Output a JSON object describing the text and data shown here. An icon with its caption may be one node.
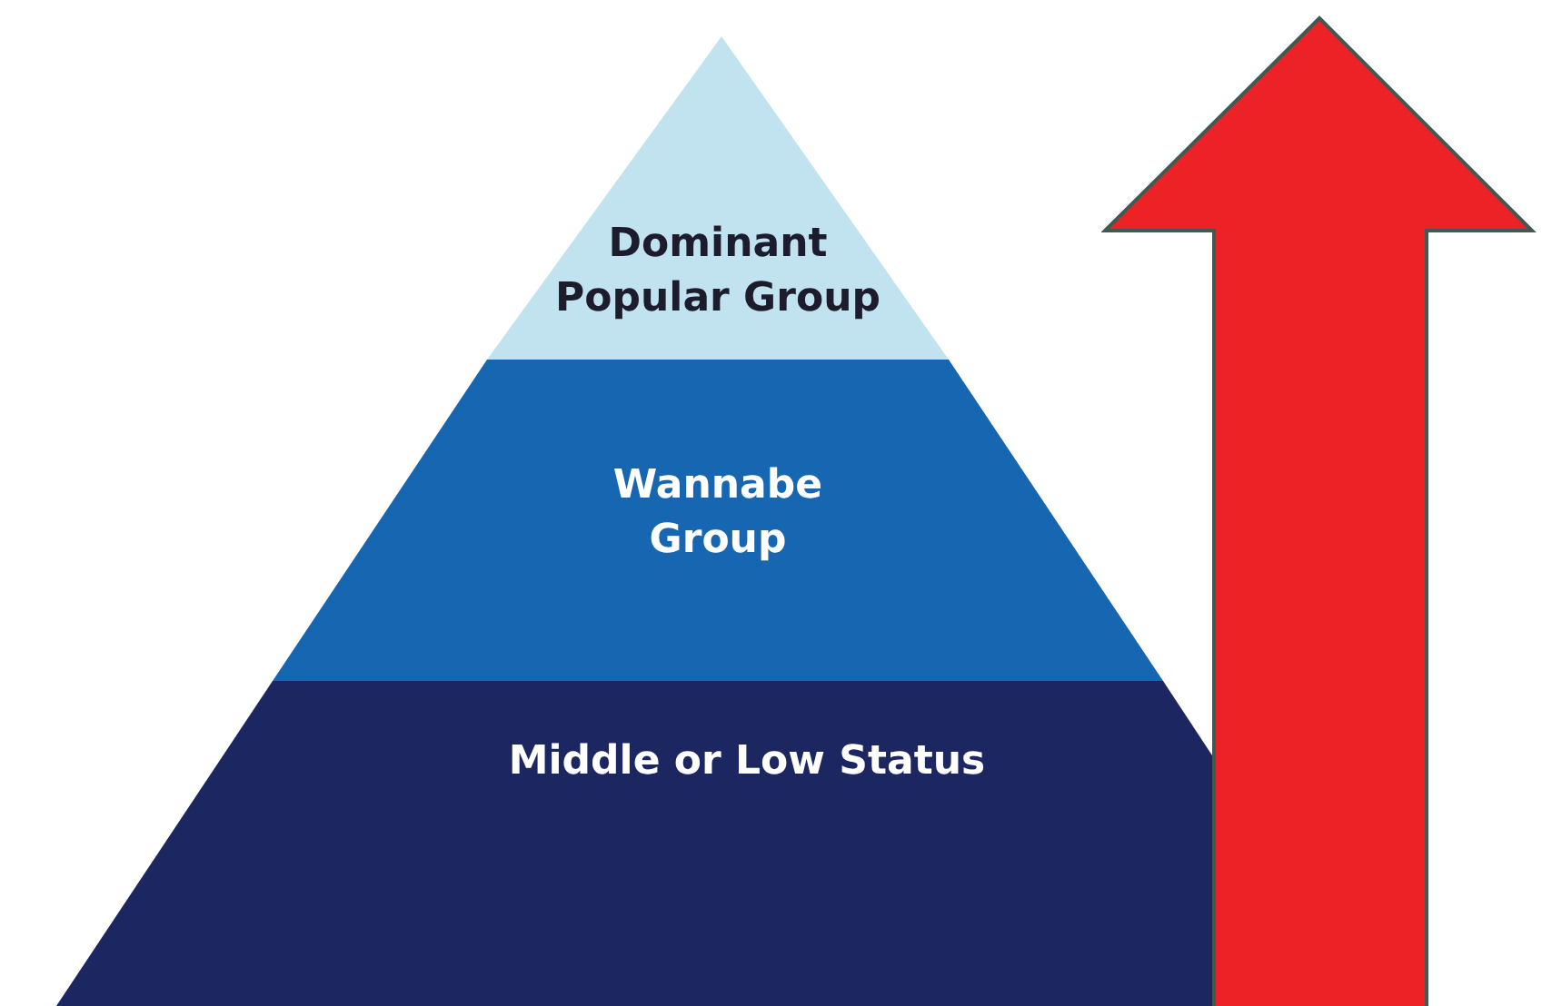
{
  "diagram": {
    "nodes": [
      {
        "text": [
          "Dominant Popular Group"
        ]
      },
      {
        "text": [
          "Wannabe Group"
        ]
      },
      {
        "text": [
          "Middle or Low Status"
        ]
      }
    ]
  }
}
